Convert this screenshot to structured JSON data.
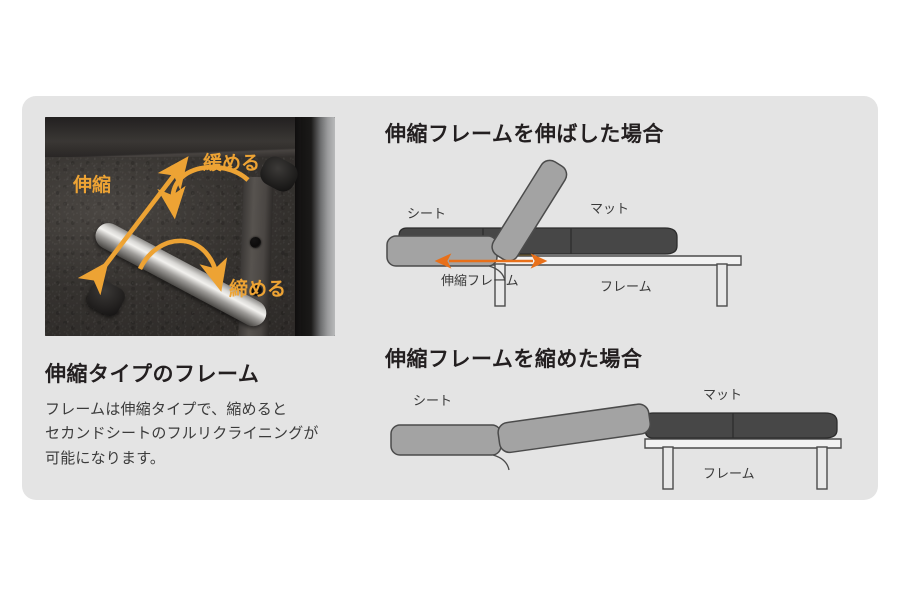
{
  "card": {
    "background": "#e4e4e4"
  },
  "photo": {
    "alt_name": "telescoping-frame-photo",
    "labels": {
      "stretch": "伸縮",
      "loosen": "緩める",
      "tighten": "締める"
    },
    "arrow_color": "#eda334"
  },
  "left": {
    "title": "伸縮タイプのフレーム",
    "body_lines": [
      "フレームは伸縮タイプで、縮めると",
      "セカンドシートのフルリクライニングが",
      "可能になります。"
    ]
  },
  "diagrams": [
    {
      "id": "extended",
      "title": "伸縮フレームを伸ばした場合",
      "labels": {
        "seat": "シート",
        "mat": "マット",
        "telescoping_frame": "伸縮フレーム",
        "frame": "フレーム"
      },
      "state": "extended",
      "backrest_angle_deg": 58,
      "accent_color": "#e8701a",
      "telescoping_bar_color": "#d7a63f",
      "mat_color": "#474747",
      "seat_color": "#a3a3a3"
    },
    {
      "id": "retracted",
      "title": "伸縮フレームを縮めた場合",
      "labels": {
        "seat": "シート",
        "mat": "マット",
        "frame": "フレーム"
      },
      "state": "retracted",
      "backrest_angle_deg": 8,
      "mat_color": "#474747",
      "seat_color": "#a3a3a3"
    }
  ],
  "palette": {
    "page_background": "#ffffff",
    "card_background": "#e4e4e4",
    "text_dark": "#231f20",
    "text_body": "#3b3b3b",
    "outline": "#4b4b4b",
    "orange": "#e8701a",
    "photo_orange": "#eda334"
  }
}
